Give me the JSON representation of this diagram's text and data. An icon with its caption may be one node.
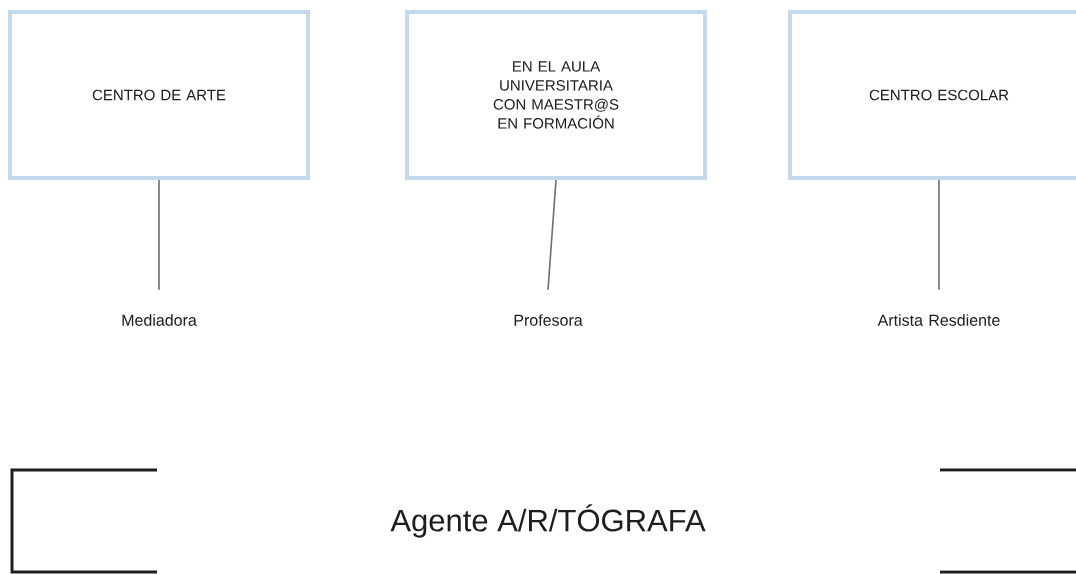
{
  "diagram": {
    "nodes": [
      {
        "text": [
          "CENTRO DE ARTE"
        ]
      },
      {
        "text": [
          "EN EL AULA UNIVERSITARIA CON MAESTR@S EN FORMACIÓN"
        ]
      },
      {
        "text": [
          "CENTRO ESCOLAR"
        ]
      },
      {
        "text": [
          "Mediadora"
        ]
      },
      {
        "text": [
          "Profesora"
        ]
      },
      {
        "text": [
          "Artista Resdiente"
        ]
      },
      {
        "text": [
          "Agente A/R/TÓGRAFA"
        ]
      }
    ],
    "edges": [
      {
        "from": 0,
        "to": 3,
        "arrow": "none"
      },
      {
        "from": 1,
        "to": 4,
        "arrow": "none"
      },
      {
        "from": 2,
        "to": 5,
        "arrow": "none"
      }
    ]
  }
}
